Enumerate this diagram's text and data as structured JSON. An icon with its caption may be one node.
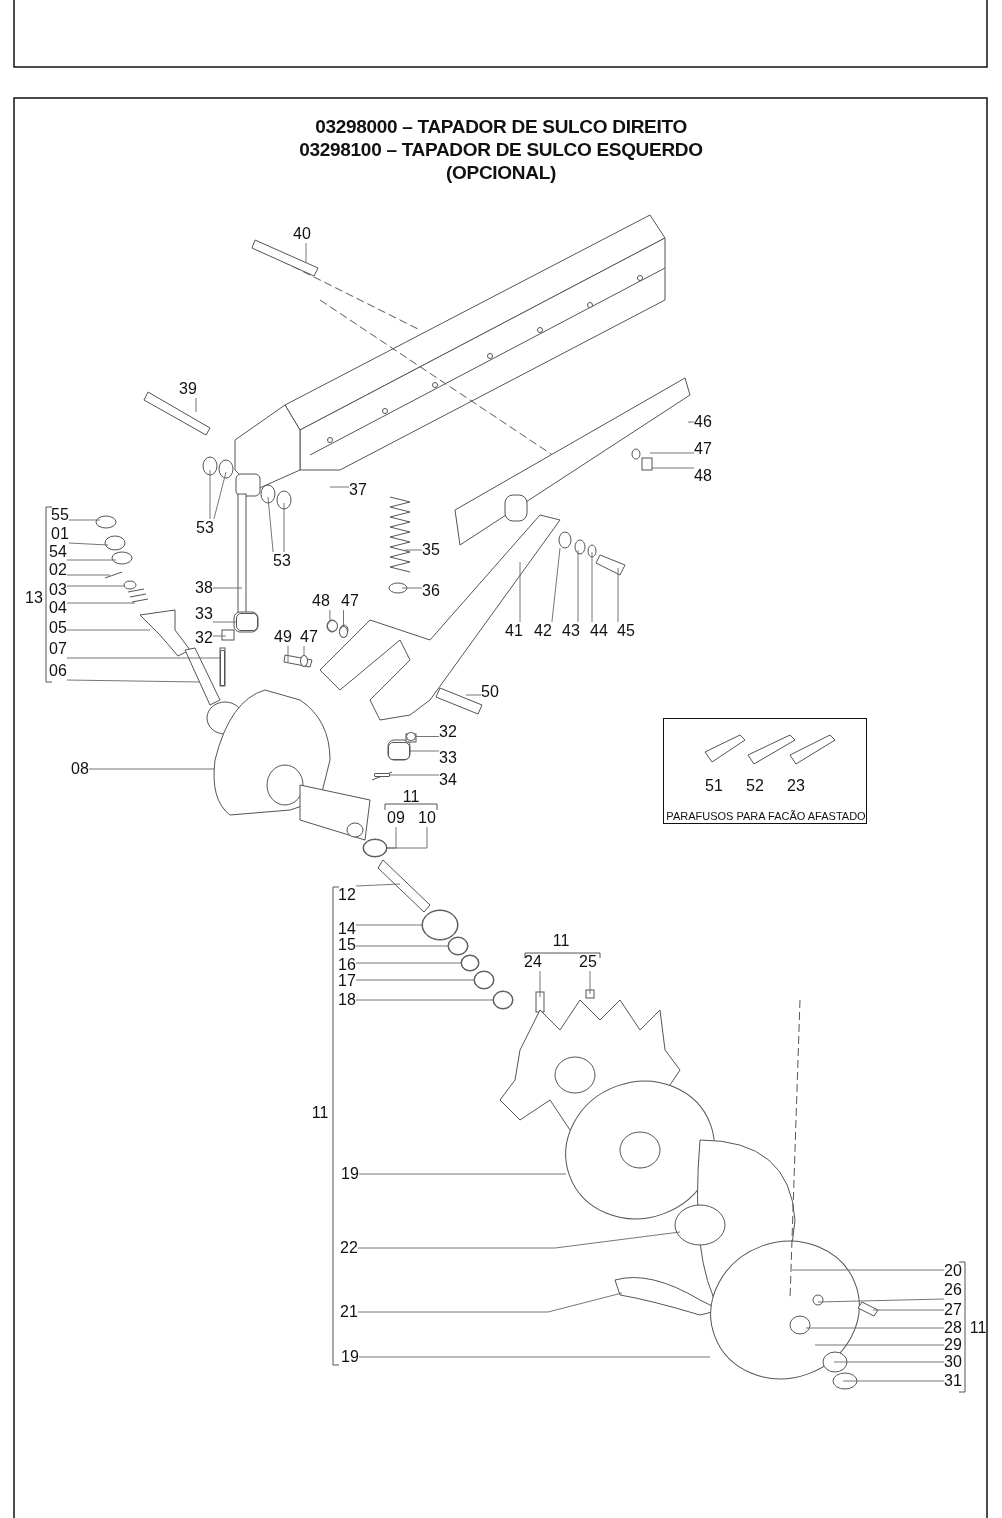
{
  "diagram": {
    "title": "03298000 – TAPADOR DE SULCO DIREITO",
    "nodes": [
      {
        "text": [
          "40"
        ]
      },
      {
        "text": [
          "39"
        ]
      },
      {
        "text": [
          "46"
        ]
      },
      {
        "text": [
          "47"
        ]
      },
      {
        "text": [
          "48"
        ]
      },
      {
        "text": [
          "37"
        ]
      },
      {
        "text": [
          "55"
        ]
      },
      {
        "text": [
          "53"
        ]
      },
      {
        "text": [
          "01"
        ]
      },
      {
        "text": [
          "35"
        ]
      },
      {
        "text": [
          "54"
        ]
      },
      {
        "text": [
          "53"
        ]
      },
      {
        "text": [
          "02"
        ]
      },
      {
        "text": [
          "38"
        ]
      },
      {
        "text": [
          "03"
        ]
      },
      {
        "text": [
          "36"
        ]
      },
      {
        "text": [
          "48"
        ]
      },
      {
        "text": [
          "47"
        ]
      },
      {
        "text": [
          "04"
        ]
      },
      {
        "text": [
          "33"
        ]
      },
      {
        "text": [
          "05"
        ]
      },
      {
        "text": [
          "41"
        ]
      },
      {
        "text": [
          "42"
        ]
      },
      {
        "text": [
          "43"
        ]
      },
      {
        "text": [
          "44"
        ]
      },
      {
        "text": [
          "45"
        ]
      },
      {
        "text": [
          "49"
        ]
      },
      {
        "text": [
          "47"
        ]
      },
      {
        "text": [
          "32"
        ]
      },
      {
        "text": [
          "07"
        ]
      },
      {
        "text": [
          "06"
        ]
      },
      {
        "text": [
          "50"
        ]
      },
      {
        "text": [
          "32"
        ]
      },
      {
        "text": [
          "33"
        ]
      },
      {
        "text": [
          "34"
        ]
      },
      {
        "text": [
          "08"
        ]
      },
      {
        "text": [
          "51",
          "52",
          "23",
          "PARAFUSOS PARA FACÃO AFASTADO"
        ]
      },
      {
        "text": [
          "09"
        ]
      },
      {
        "text": [
          "10"
        ]
      },
      {
        "text": [
          "12"
        ]
      },
      {
        "text": [
          "14"
        ]
      },
      {
        "text": [
          "15"
        ]
      },
      {
        "text": [
          "24"
        ]
      },
      {
        "text": [
          "25"
        ]
      },
      {
        "text": [
          "16"
        ]
      },
      {
        "text": [
          "17"
        ]
      },
      {
        "text": [
          "18"
        ]
      },
      {
        "text": [
          "19"
        ]
      },
      {
        "text": [
          "22"
        ]
      },
      {
        "text": [
          "21"
        ]
      },
      {
        "text": [
          "20"
        ]
      },
      {
        "text": [
          "26"
        ]
      },
      {
        "text": [
          "27"
        ]
      },
      {
        "text": [
          "28"
        ]
      },
      {
        "text": [
          "29"
        ]
      },
      {
        "text": [
          "30"
        ]
      },
      {
        "text": [
          "31"
        ]
      },
      {
        "text": [
          "19"
        ]
      },
      {
        "text": [],
        "shape": "circle"
      },
      {
        "text": [],
        "shape": "box"
      },
      {
        "text": [],
        "shape": "circle"
      },
      {
        "text": [],
        "shape": "bar"
      },
      {
        "text": [],
        "shape": "box"
      },
      {
        "text": [],
        "shape": "circle"
      },
      {
        "text": [],
        "shape": "circle"
      },
      {
        "text": [],
        "shape": "circle"
      },
      {
        "text": [],
        "shape": "circle"
      },
      {
        "text": [],
        "shape": "box"
      },
      {
        "text": [],
        "shape": "bar"
      },
      {
        "text": [],
        "shape": "circle"
      },
      {
        "text": [],
        "shape": "circle"
      },
      {
        "text": [],
        "shape": "circle"
      }
    ],
    "edges": [
      {
        "from": 0,
        "to": null,
        "arrow": "none"
      },
      {
        "from": 1,
        "to": null,
        "arrow": "none"
      },
      {
        "from": 2,
        "to": null,
        "arrow": "none"
      },
      {
        "from": 3,
        "to": null,
        "arrow": "none"
      },
      {
        "from": 4,
        "to": null,
        "arrow": "none"
      },
      {
        "from": 5,
        "to": null,
        "arrow": "none"
      },
      {
        "from": 6,
        "to": null,
        "arrow": "none"
      },
      {
        "from": 7,
        "to": null,
        "arrow": "none"
      },
      {
        "from": 7,
        "to": null,
        "arrow": "none"
      },
      {
        "from": 8,
        "to": null,
        "arrow": "none"
      },
      {
        "from": 9,
        "to": null,
        "arrow": "none"
      },
      {
        "from": 10,
        "to": null,
        "arrow": "none"
      },
      {
        "from": 11,
        "to": null,
        "arrow": "none"
      },
      {
        "from": 11,
        "to": null,
        "arrow": "none"
      },
      {
        "from": 12,
        "to": null,
        "arrow": "none"
      },
      {
        "from": 13,
        "to": null,
        "arrow": "none"
      },
      {
        "from": 14,
        "to": null,
        "arrow": "none"
      },
      {
        "from": 15,
        "to": null,
        "arrow": "none"
      },
      {
        "from": 16,
        "to": 58,
        "arrow": "none"
      },
      {
        "from": 17,
        "to": 66,
        "arrow": "none"
      },
      {
        "from": 18,
        "to": null,
        "arrow": "none"
      },
      {
        "from": 19,
        "to": 59,
        "arrow": "none"
      },
      {
        "from": 20,
        "to": null,
        "arrow": "none"
      },
      {
        "from": 21,
        "to": null,
        "arrow": "none"
      },
      {
        "from": 22,
        "to": null,
        "arrow": "none"
      },
      {
        "from": 23,
        "to": null,
        "arrow": "none"
      },
      {
        "from": 24,
        "to": null,
        "arrow": "none"
      },
      {
        "from": 25,
        "to": null,
        "arrow": "none"
      },
      {
        "from": 26,
        "to": null,
        "arrow": "none"
      },
      {
        "from": 27,
        "to": 60,
        "arrow": "none"
      },
      {
        "from": 28,
        "to": null,
        "arrow": "none"
      },
      {
        "from": 29,
        "to": 61,
        "arrow": "none"
      },
      {
        "from": 30,
        "to": null,
        "arrow": "none"
      },
      {
        "from": 31,
        "to": null,
        "arrow": "none"
      },
      {
        "from": 32,
        "to": 67,
        "arrow": "none"
      },
      {
        "from": 33,
        "to": 62,
        "arrow": "none"
      },
      {
        "from": 34,
        "to": 68,
        "arrow": "none"
      },
      {
        "from": 35,
        "to": null,
        "arrow": "none"
      },
      {
        "from": 37,
        "to": 63,
        "arrow": "none"
      },
      {
        "from": 38,
        "to": 63,
        "arrow": "none"
      },
      {
        "from": 39,
        "to": null,
        "arrow": "none"
      },
      {
        "from": 40,
        "to": 71,
        "arrow": "none"
      },
      {
        "from": 41,
        "to": 69,
        "arrow": "none"
      },
      {
        "from": 42,
        "to": null,
        "arrow": "none"
      },
      {
        "from": 43,
        "to": null,
        "arrow": "none"
      },
      {
        "from": 44,
        "to": 70,
        "arrow": "none"
      },
      {
        "from": 45,
        "to": 64,
        "arrow": "none"
      },
      {
        "from": 46,
        "to": 65,
        "arrow": "none"
      },
      {
        "from": 47,
        "to": null,
        "arrow": "none"
      },
      {
        "from": 48,
        "to": null,
        "arrow": "none"
      },
      {
        "from": 49,
        "to": null,
        "arrow": "none"
      },
      {
        "from": 50,
        "to": null,
        "arrow": "none"
      },
      {
        "from": 51,
        "to": null,
        "arrow": "none"
      },
      {
        "from": 52,
        "to": null,
        "arrow": "none"
      },
      {
        "from": 53,
        "to": null,
        "arrow": "none"
      },
      {
        "from": 54,
        "to": null,
        "arrow": "none"
      },
      {
        "from": 55,
        "to": null,
        "arrow": "none"
      },
      {
        "from": 56,
        "to": null,
        "arrow": "none"
      },
      {
        "from": 57,
        "to": null,
        "arrow": "none"
      }
    ],
    "labels": [
      "03298100 – TAPADOR DE SULCO ESQUERDO",
      "(OPCIONAL)",
      "13",
      "11",
      "11",
      "11",
      "11"
    ]
  }
}
